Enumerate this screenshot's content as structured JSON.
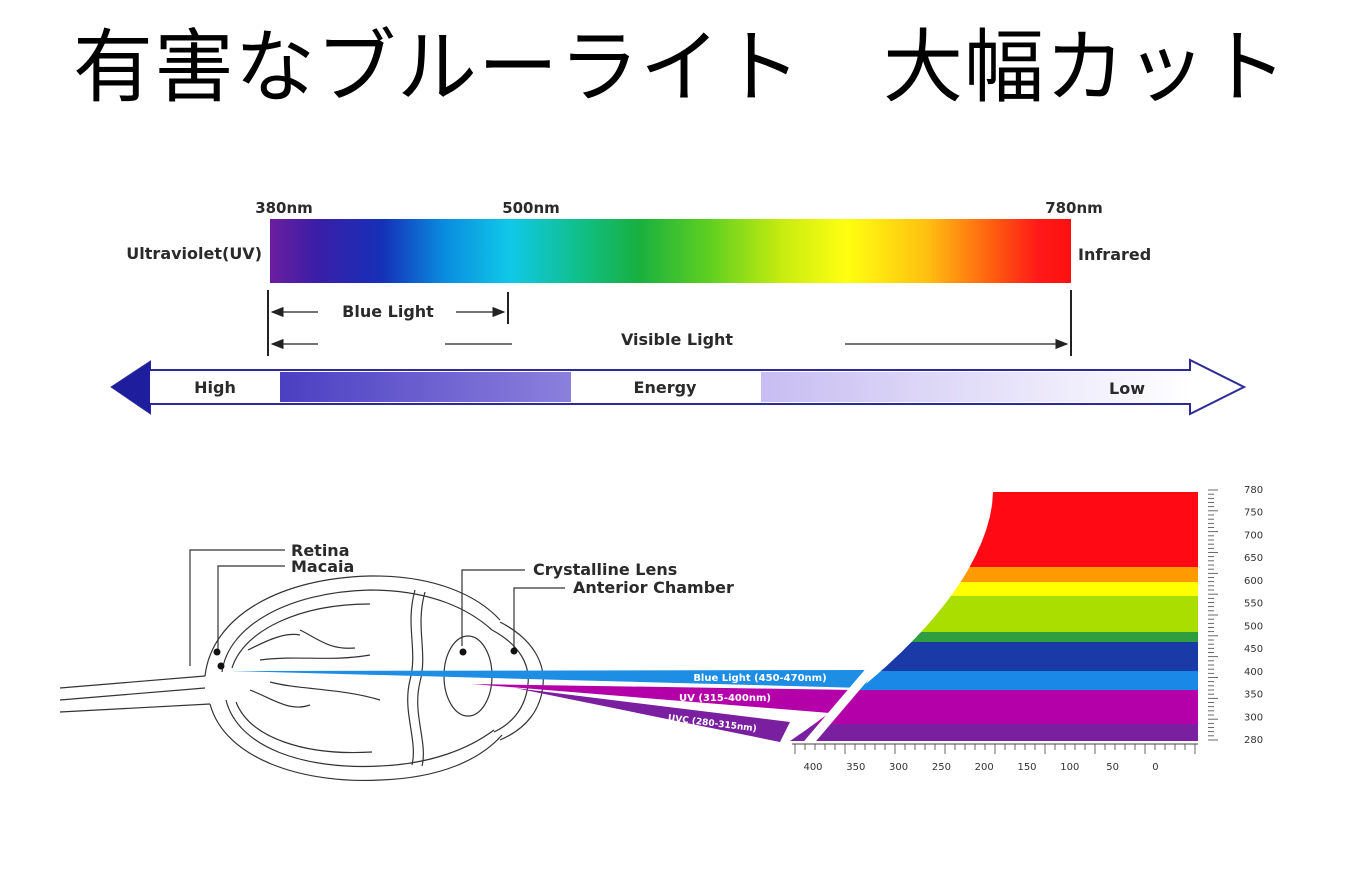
{
  "title": "有害なブルーライト　大幅カット",
  "spectrum": {
    "left_label": "Ultraviolet(UV)",
    "right_label": "Infrared",
    "ticks": [
      "380nm",
      "500nm",
      "780nm"
    ],
    "blue_light_label": "Blue Light",
    "visible_light_label": "Visible Light"
  },
  "energy": {
    "high_label": "High",
    "mid_label": "Energy",
    "low_label": "Low"
  },
  "eye": {
    "retina_label": "Retina",
    "macula_label": "Macaia",
    "lens_label": "Crystalline Lens",
    "chamber_label": "Anterior Chamber",
    "beam_labels": [
      "Blue Light  (450-470nm)",
      "UV  (315-400nm)",
      "UVC  (280-315nm)"
    ]
  },
  "chart_data": {
    "type": "area",
    "y_ticks": [
      "780",
      "750",
      "700",
      "650",
      "600",
      "550",
      "500",
      "450",
      "400",
      "350",
      "300",
      "280"
    ],
    "x_ticks": [
      "400",
      "350",
      "300",
      "250",
      "200",
      "150",
      "100",
      "50",
      "0"
    ],
    "bands": [
      {
        "color": "#ff0a14"
      },
      {
        "color": "#ff9a00"
      },
      {
        "color": "#ffff00"
      },
      {
        "color": "#aadd00"
      },
      {
        "color": "#2e9e3e"
      },
      {
        "color": "#1a3aa8"
      },
      {
        "color": "#1a88e6"
      },
      {
        "color": "#b300a8"
      },
      {
        "color": "#7a1fa0"
      }
    ]
  }
}
